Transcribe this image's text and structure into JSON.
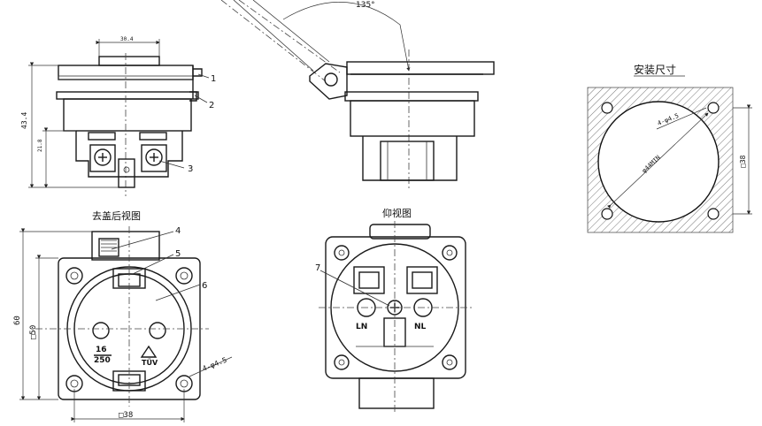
{
  "views": {
    "cover_removed_rear": "去盖后视图",
    "bottom": "仰视图",
    "mounting": "安装尺寸"
  },
  "dimensions": {
    "width_top": "30.4",
    "height_total": "43.4",
    "height_inner": "21.8",
    "angle": "135°",
    "height_60": "60",
    "square_50": "□50",
    "square_38": "□38",
    "holes": "4-φ4.5",
    "diameter": "φ44MIN"
  },
  "callouts": [
    "1",
    "2",
    "3",
    "4",
    "5",
    "6",
    "7"
  ],
  "rating": {
    "current": "16",
    "voltage": "250",
    "cert": "TÜV"
  },
  "terminals": {
    "left": "LN",
    "right": "NL"
  }
}
